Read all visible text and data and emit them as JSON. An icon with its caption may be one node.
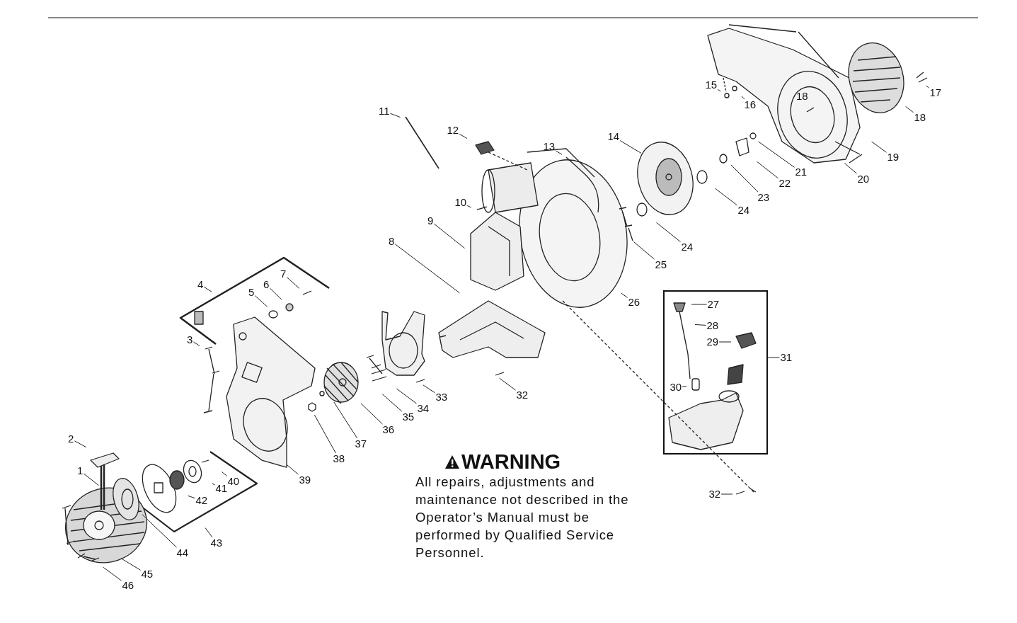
{
  "diagram": {
    "nodes": [
      {
        "text": [
          "1"
        ]
      },
      {
        "text": [
          "2"
        ]
      },
      {
        "text": [
          "3"
        ]
      },
      {
        "text": [
          "4"
        ]
      },
      {
        "text": [
          "5"
        ]
      },
      {
        "text": [
          "6"
        ]
      },
      {
        "text": [
          "7"
        ]
      },
      {
        "text": [
          "8"
        ]
      },
      {
        "text": [
          "9"
        ]
      },
      {
        "text": [
          "10"
        ]
      },
      {
        "text": [
          "11"
        ]
      },
      {
        "text": [
          "12"
        ]
      },
      {
        "text": [
          "13"
        ]
      },
      {
        "text": [
          "14"
        ]
      },
      {
        "text": [
          "15"
        ]
      },
      {
        "text": [
          "16"
        ]
      },
      {
        "text": [
          "17"
        ]
      },
      {
        "text": [
          "18"
        ]
      },
      {
        "text": [
          "19"
        ]
      },
      {
        "text": [
          "20"
        ]
      },
      {
        "text": [
          "21"
        ]
      },
      {
        "text": [
          "22"
        ]
      },
      {
        "text": [
          "23"
        ]
      },
      {
        "text": [
          "24"
        ]
      },
      {
        "text": [
          "24"
        ]
      },
      {
        "text": [
          "25"
        ]
      },
      {
        "text": [
          "26"
        ]
      },
      {
        "text": [],
        "shape": "box"
      },
      {
        "text": [
          "27"
        ],
        "in": 27
      },
      {
        "text": [
          "28"
        ],
        "in": 27
      },
      {
        "text": [
          "29"
        ],
        "in": 27
      },
      {
        "text": [
          "30"
        ],
        "in": 27
      },
      {
        "text": [
          "31"
        ]
      },
      {
        "text": [
          "32"
        ]
      },
      {
        "text": [
          "32"
        ]
      },
      {
        "text": [
          "33"
        ]
      },
      {
        "text": [
          "34"
        ]
      },
      {
        "text": [
          "35"
        ]
      },
      {
        "text": [
          "36"
        ]
      },
      {
        "text": [
          "37"
        ]
      },
      {
        "text": [
          "38"
        ]
      },
      {
        "text": [
          "39"
        ]
      },
      {
        "text": [
          "40"
        ]
      },
      {
        "text": [
          "41"
        ]
      },
      {
        "text": [
          "42"
        ]
      },
      {
        "text": [
          "43"
        ]
      },
      {
        "text": [
          "44"
        ]
      },
      {
        "text": [
          "45"
        ]
      },
      {
        "text": [
          "46"
        ]
      }
    ],
    "edges": [
      {
        "from": 0,
        "to": null,
        "arrow": "none"
      },
      {
        "from": 1,
        "to": null,
        "arrow": "none"
      },
      {
        "from": 2,
        "to": null,
        "arrow": "none"
      },
      {
        "from": 3,
        "to": null,
        "arrow": "none"
      },
      {
        "from": 4,
        "to": null,
        "arrow": "none"
      },
      {
        "from": 5,
        "to": null,
        "arrow": "none"
      },
      {
        "from": 6,
        "to": null,
        "arrow": "none"
      },
      {
        "from": 7,
        "to": null,
        "arrow": "none"
      },
      {
        "from": 8,
        "to": null,
        "arrow": "none"
      },
      {
        "from": 9,
        "to": null,
        "arrow": "none"
      },
      {
        "from": 10,
        "to": null,
        "arrow": "none"
      },
      {
        "from": 11,
        "to": null,
        "arrow": "none"
      },
      {
        "from": 12,
        "to": null,
        "arrow": "none"
      },
      {
        "from": 13,
        "to": null,
        "arrow": "none"
      },
      {
        "from": 14,
        "to": null,
        "arrow": "none"
      },
      {
        "from": 15,
        "to": null,
        "arrow": "none"
      },
      {
        "from": 16,
        "to": null,
        "arrow": "none"
      },
      {
        "from": 17,
        "to": null,
        "arrow": "none"
      },
      {
        "from": 18,
        "to": null,
        "arrow": "none"
      },
      {
        "from": 19,
        "to": null,
        "arrow": "none"
      },
      {
        "from": 20,
        "to": null,
        "arrow": "none"
      },
      {
        "from": 21,
        "to": null,
        "arrow": "none"
      },
      {
        "from": 22,
        "to": null,
        "arrow": "none"
      },
      {
        "from": 23,
        "to": null,
        "arrow": "none"
      },
      {
        "from": 24,
        "to": null,
        "arrow": "none"
      },
      {
        "from": 25,
        "to": null,
        "arrow": "none"
      },
      {
        "from": 26,
        "to": null,
        "arrow": "none"
      },
      {
        "from": 28,
        "to": null,
        "arrow": "none"
      },
      {
        "from": 29,
        "to": null,
        "arrow": "none"
      },
      {
        "from": 30,
        "to": null,
        "arrow": "none"
      },
      {
        "from": 31,
        "to": null,
        "arrow": "none"
      },
      {
        "from": 32,
        "to": 27,
        "arrow": "none"
      },
      {
        "from": 33,
        "to": null,
        "arrow": "none"
      },
      {
        "from": 34,
        "to": null,
        "arrow": "none"
      },
      {
        "from": 35,
        "to": null,
        "arrow": "none"
      },
      {
        "from": 36,
        "to": null,
        "arrow": "none"
      },
      {
        "from": 37,
        "to": null,
        "arrow": "none"
      },
      {
        "from": 38,
        "to": null,
        "arrow": "none"
      },
      {
        "from": 39,
        "to": null,
        "arrow": "none"
      },
      {
        "from": 40,
        "to": null,
        "arrow": "none"
      },
      {
        "from": 41,
        "to": null,
        "arrow": "none"
      },
      {
        "from": 42,
        "to": null,
        "arrow": "none"
      },
      {
        "from": 43,
        "to": null,
        "arrow": "none"
      },
      {
        "from": 44,
        "to": null,
        "arrow": "none"
      },
      {
        "from": 45,
        "to": null,
        "arrow": "none"
      },
      {
        "from": 46,
        "to": null,
        "arrow": "none"
      },
      {
        "from": 47,
        "to": null,
        "arrow": "none"
      },
      {
        "from": 48,
        "to": null,
        "arrow": "none"
      }
    ],
    "labels": [
      "18",
      "WARNING",
      "All repairs, adjustments and maintenance not described in the Operator’s Manual must be performed by Qualified Service Personnel."
    ]
  }
}
